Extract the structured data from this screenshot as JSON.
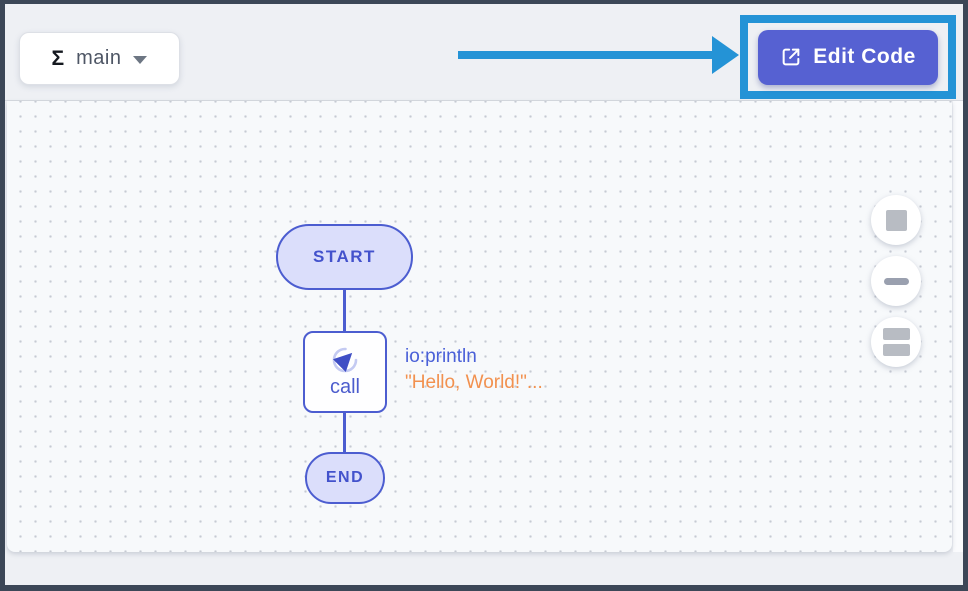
{
  "toolbar": {
    "function_selector": {
      "icon": "Σ",
      "label": "main"
    },
    "edit_code": {
      "label": "Edit Code"
    }
  },
  "diagram": {
    "start": {
      "label": "START"
    },
    "call": {
      "label": "call",
      "function_name": "io:println",
      "arguments": "\"Hello, World!\"..."
    },
    "end": {
      "label": "END"
    }
  },
  "icons": {
    "function_selector": "sigma-icon",
    "dropdown": "chevron-down-icon",
    "edit_code": "external-link-icon",
    "annotation": "right-arrow",
    "call_node": "call-arrow-icon",
    "controls": [
      "square-icon",
      "minus-icon",
      "stacked-rectangles-icon"
    ]
  },
  "colors": {
    "frame": "#3c4757",
    "topbar_bg": "#eef0f4",
    "canvas_bg": "#f7f9fb",
    "grid_dot": "#c6cad3",
    "annotation_blue": "#2493d6",
    "button_purple": "#5661d2",
    "node_border": "#4c5dd0",
    "node_fill": "#dbdefb",
    "function_text": "#4a60d8",
    "argument_text": "#f2914f"
  }
}
